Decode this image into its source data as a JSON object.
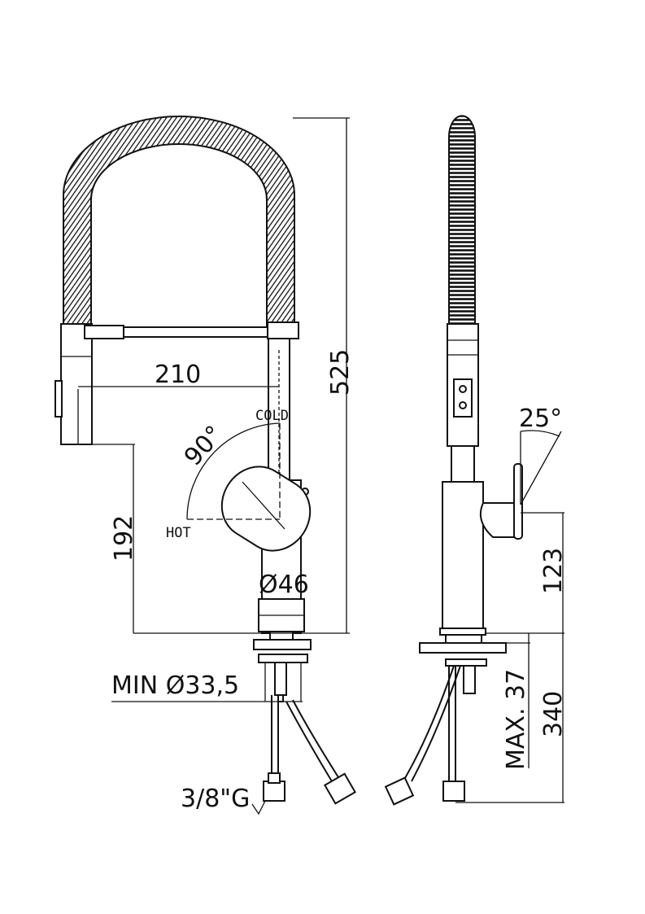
{
  "labels": {
    "reach": "210",
    "total_height": "525",
    "spout_height": "192",
    "lever_angle": "90°",
    "cold": "COLD",
    "hot": "HOT",
    "body_diameter": "Ø46",
    "hole_min": "MIN Ø33,5",
    "connection": "3/8\"G",
    "tilt_angle": "25°",
    "lever_height": "123",
    "max_thickness": "MAX. 37",
    "hose_length": "340"
  }
}
